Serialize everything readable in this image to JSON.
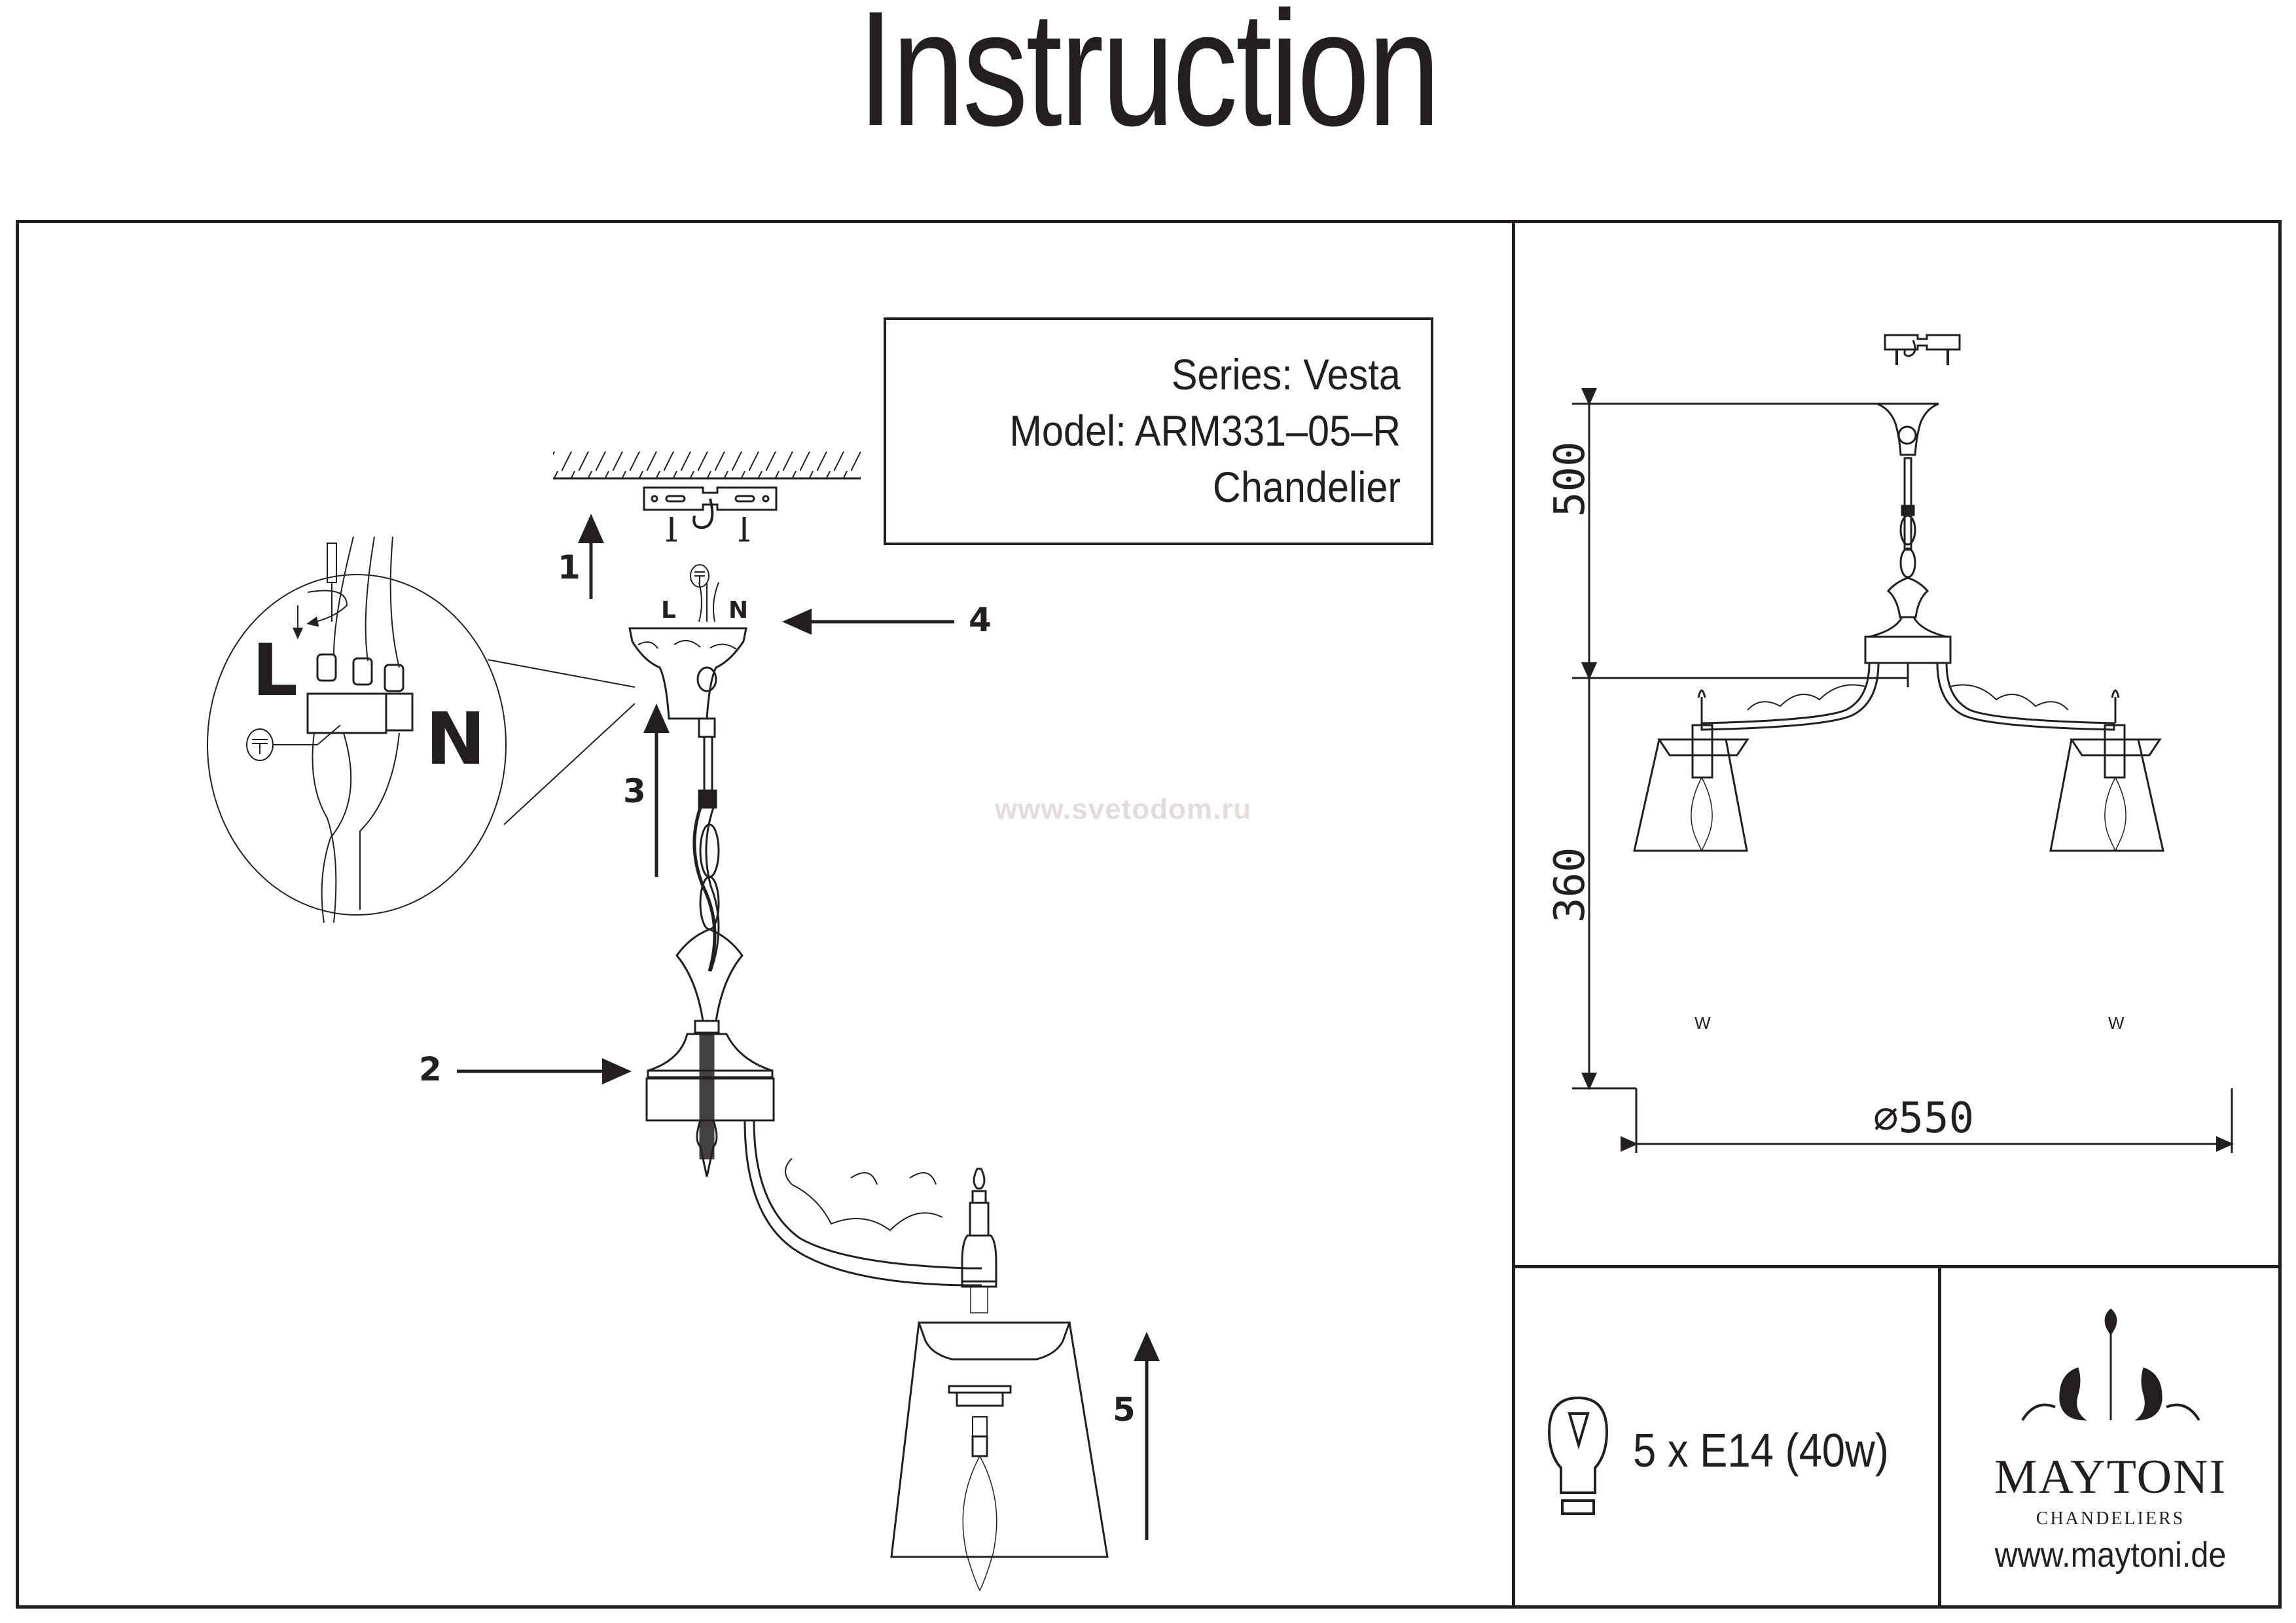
{
  "document": {
    "title": "Instruction",
    "watermark": "www.svetodom.ru"
  },
  "product_info": {
    "series": "Series: Vesta",
    "model": "Model: ARM331–05–R",
    "type": "Chandelier"
  },
  "assembly": {
    "steps": [
      {
        "number": "1",
        "target": "ceiling-mounting-bracket"
      },
      {
        "number": "2",
        "target": "center-body"
      },
      {
        "number": "3",
        "target": "canopy-and-rod"
      },
      {
        "number": "4",
        "target": "canopy-wiring"
      },
      {
        "number": "5",
        "target": "shade-and-bulb"
      }
    ],
    "wiring": {
      "live_label": "L",
      "neutral_label": "N",
      "ground_icon": "earth-ground-icon",
      "detail_live_label": "L",
      "detail_neutral_label": "N"
    }
  },
  "dimensions": {
    "height_upper": "500",
    "height_lower": "360",
    "diameter": "⌀550",
    "bulb_marking": "W"
  },
  "specs": {
    "bulb_icon": "light-bulb-icon",
    "lamps": "5 x E14 (40w)"
  },
  "brand": {
    "logo_icon": "chandelier-ornament-logo-icon",
    "name": "MAYTONI",
    "subtitle": "CHANDELIERS",
    "url": "www.maytoni.de"
  }
}
